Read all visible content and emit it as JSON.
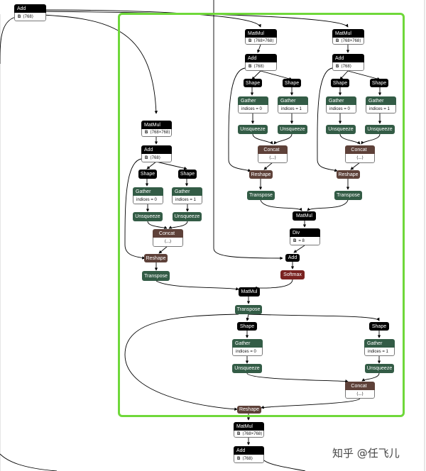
{
  "graph": {
    "nodes": [
      {
        "id": "add_top",
        "op": "Add",
        "kind": "black",
        "attr_key": "B",
        "attr_val": "⟨768⟩"
      },
      {
        "id": "mm_k",
        "op": "MatMul",
        "kind": "black",
        "attr_key": "B",
        "attr_val": "⟨768×768⟩"
      },
      {
        "id": "mm_v",
        "op": "MatMul",
        "kind": "black",
        "attr_key": "B",
        "attr_val": "⟨768×768⟩"
      },
      {
        "id": "add_k",
        "op": "Add",
        "kind": "black",
        "attr_key": "B",
        "attr_val": "⟨768⟩"
      },
      {
        "id": "add_v",
        "op": "Add",
        "kind": "black",
        "attr_key": "B",
        "attr_val": "⟨768⟩"
      },
      {
        "id": "sh_k0",
        "op": "Shape",
        "kind": "black"
      },
      {
        "id": "sh_k1",
        "op": "Shape",
        "kind": "black"
      },
      {
        "id": "sh_v0",
        "op": "Shape",
        "kind": "black"
      },
      {
        "id": "sh_v1",
        "op": "Shape",
        "kind": "black"
      },
      {
        "id": "ga_k0",
        "op": "Gather",
        "kind": "green",
        "attr_val": "indices = 0"
      },
      {
        "id": "ga_k1",
        "op": "Gather",
        "kind": "green",
        "attr_val": "indices = 1"
      },
      {
        "id": "ga_v0",
        "op": "Gather",
        "kind": "green",
        "attr_val": "indices = 0"
      },
      {
        "id": "ga_v1",
        "op": "Gather",
        "kind": "green",
        "attr_val": "indices = 1"
      },
      {
        "id": "un_k0",
        "op": "Unsqueeze",
        "kind": "green"
      },
      {
        "id": "un_k1",
        "op": "Unsqueeze",
        "kind": "green"
      },
      {
        "id": "un_v0",
        "op": "Unsqueeze",
        "kind": "green"
      },
      {
        "id": "un_v1",
        "op": "Unsqueeze",
        "kind": "green"
      },
      {
        "id": "cc_k",
        "op": "Concat",
        "kind": "brown",
        "attr_val": "⟨...⟩"
      },
      {
        "id": "cc_v",
        "op": "Concat",
        "kind": "brown",
        "attr_val": "⟨...⟩"
      },
      {
        "id": "rs_k",
        "op": "Reshape",
        "kind": "brown"
      },
      {
        "id": "rs_v",
        "op": "Reshape",
        "kind": "brown"
      },
      {
        "id": "tr_k",
        "op": "Transpose",
        "kind": "green"
      },
      {
        "id": "tr_v",
        "op": "Transpose",
        "kind": "green"
      },
      {
        "id": "mm_qk",
        "op": "MatMul",
        "kind": "black"
      },
      {
        "id": "div",
        "op": "Div",
        "kind": "black",
        "attr_key": "B",
        "attr_val": "= 8"
      },
      {
        "id": "add_mask",
        "op": "Add",
        "kind": "black"
      },
      {
        "id": "softmax",
        "op": "Softmax",
        "kind": "red"
      },
      {
        "id": "mm_q",
        "op": "MatMul",
        "kind": "black",
        "attr_key": "B",
        "attr_val": "⟨768×768⟩"
      },
      {
        "id": "add_q",
        "op": "Add",
        "kind": "black",
        "attr_key": "B",
        "attr_val": "⟨768⟩"
      },
      {
        "id": "sh_q0",
        "op": "Shape",
        "kind": "black"
      },
      {
        "id": "sh_q1",
        "op": "Shape",
        "kind": "black"
      },
      {
        "id": "ga_q0",
        "op": "Gather",
        "kind": "green",
        "attr_val": "indices = 0"
      },
      {
        "id": "ga_q1",
        "op": "Gather",
        "kind": "green",
        "attr_val": "indices = 1"
      },
      {
        "id": "un_q0",
        "op": "Unsqueeze",
        "kind": "green"
      },
      {
        "id": "un_q1",
        "op": "Unsqueeze",
        "kind": "green"
      },
      {
        "id": "cc_q",
        "op": "Concat",
        "kind": "brown",
        "attr_val": "⟨...⟩"
      },
      {
        "id": "rs_q",
        "op": "Reshape",
        "kind": "brown"
      },
      {
        "id": "tr_q",
        "op": "Transpose",
        "kind": "green"
      },
      {
        "id": "mm_av",
        "op": "MatMul",
        "kind": "black"
      },
      {
        "id": "tr_out",
        "op": "Transpose",
        "kind": "green"
      },
      {
        "id": "sh_o0",
        "op": "Shape",
        "kind": "black"
      },
      {
        "id": "sh_o1",
        "op": "Shape",
        "kind": "black"
      },
      {
        "id": "ga_o0",
        "op": "Gather",
        "kind": "green",
        "attr_val": "indices = 0"
      },
      {
        "id": "ga_o1",
        "op": "Gather",
        "kind": "green",
        "attr_val": "indices = 1"
      },
      {
        "id": "un_o0",
        "op": "Unsqueeze",
        "kind": "green"
      },
      {
        "id": "un_o1",
        "op": "Unsqueeze",
        "kind": "green"
      },
      {
        "id": "cc_o",
        "op": "Concat",
        "kind": "brown",
        "attr_val": "⟨...⟩"
      },
      {
        "id": "rs_out",
        "op": "Reshape",
        "kind": "brown"
      },
      {
        "id": "mm_out",
        "op": "MatMul",
        "kind": "black",
        "attr_key": "B",
        "attr_val": "⟨768×768⟩"
      },
      {
        "id": "add_out",
        "op": "Add",
        "kind": "black",
        "attr_key": "B",
        "attr_val": "⟨768⟩"
      }
    ]
  },
  "colors": {
    "black": "#000000",
    "green": "#335c46",
    "brown": "#5e4139",
    "red": "#7a2321",
    "highlight": "#6fd83a",
    "edge": "#000000"
  },
  "watermark": "知乎 @任飞儿"
}
